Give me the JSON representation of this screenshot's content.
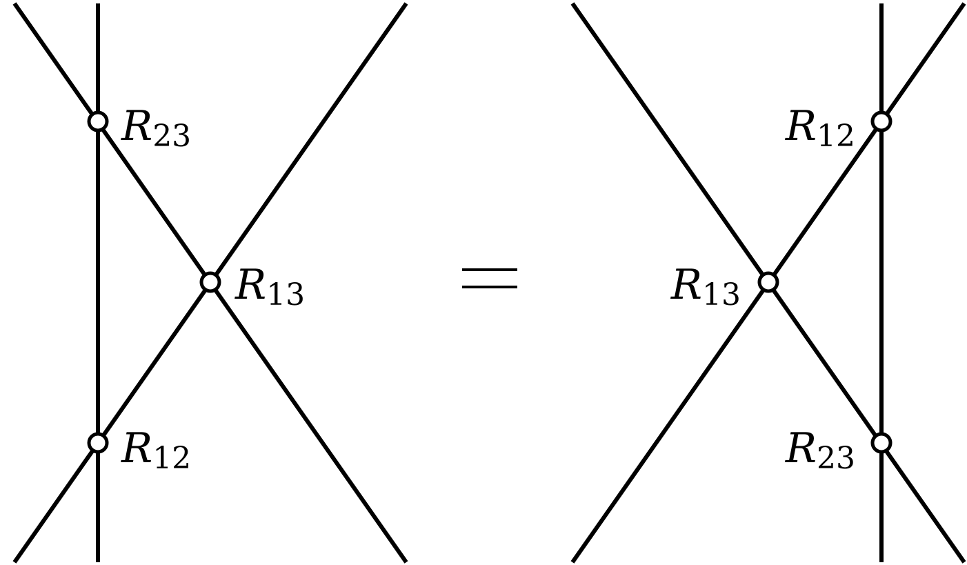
{
  "diagram": {
    "title": "Yang-Baxter equation",
    "left": {
      "labels": [
        {
          "base": "R",
          "sub": "23"
        },
        {
          "base": "R",
          "sub": "13"
        },
        {
          "base": "R",
          "sub": "12"
        }
      ]
    },
    "equals": "=",
    "right": {
      "labels": [
        {
          "base": "R",
          "sub": "12"
        },
        {
          "base": "R",
          "sub": "13"
        },
        {
          "base": "R",
          "sub": "23"
        }
      ]
    },
    "colors": {
      "line": "#000000",
      "background": "#ffffff",
      "vertex_fill": "#ffffff"
    }
  }
}
